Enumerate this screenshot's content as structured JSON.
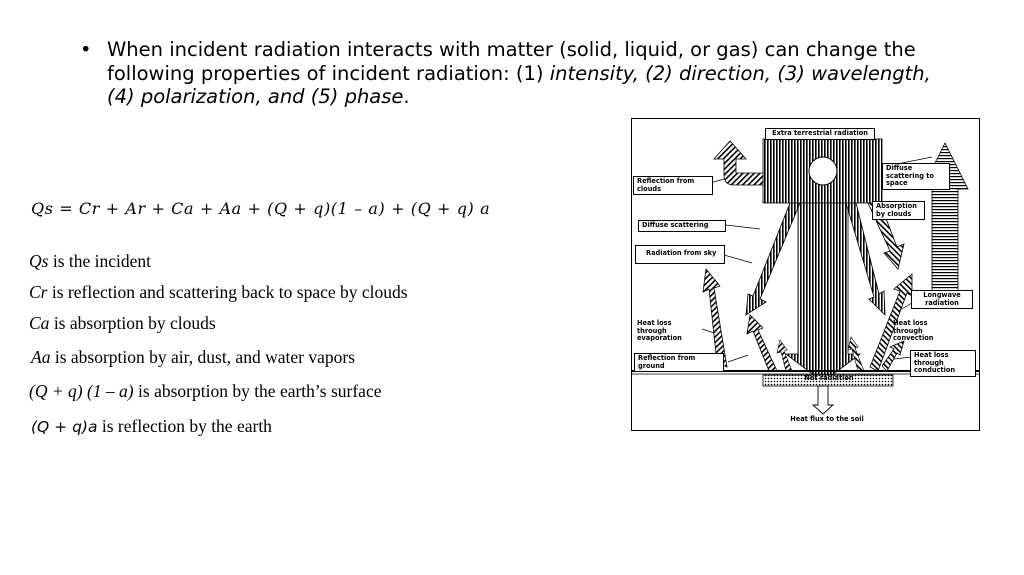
{
  "bullet": {
    "symbol": "•",
    "text_normal": "When incident radiation interacts with matter (solid, liquid, or gas) can change the following properties of incident radiation: (1) ",
    "text_italic": "intensity, (2) direction, (3) wavelength, (4) polarization, and (5) phase",
    "text_end": "."
  },
  "equation": "Qs = Cr + Ar + Ca + Aa + (Q + q)(1 – a) + (Q + q) a",
  "definitions": [
    {
      "term": "Qs",
      "desc": " is the incident"
    },
    {
      "term": "Cr",
      "desc": " is reflection and scattering back to space by clouds"
    },
    {
      "term": "Ca",
      "desc": " is absorption by clouds"
    },
    {
      "term": "Aa",
      "desc": " is absorption by air, dust, and water vapors"
    },
    {
      "term": "(Q + q) (1 – a)",
      "desc": " is absorption by the earth’s surface"
    },
    {
      "term": "(Q + q)a",
      "desc": " is reflection by the earth"
    }
  ],
  "figure": {
    "labels": {
      "extra_terrestrial": "Extra terrestrial radiation",
      "reflection_clouds": "Reflection from clouds",
      "diffuse_scattering": "Diffuse scattering",
      "radiation_sky": "Radiation from sky",
      "diffuse_scattering_space": "Diffuse scattering to space",
      "absorption_clouds": "Absorption by clouds",
      "longwave": "Longwave radiation",
      "heat_loss_evaporation": "Heat loss through evaporation",
      "heat_loss_convection": "Heat loss through convection",
      "heat_loss_conduction": "Heat loss through conduction",
      "reflection_ground": "Reflection from ground",
      "net_radiation": "Net radiation",
      "heat_flux_soil": "Heat flux to the soil"
    }
  }
}
